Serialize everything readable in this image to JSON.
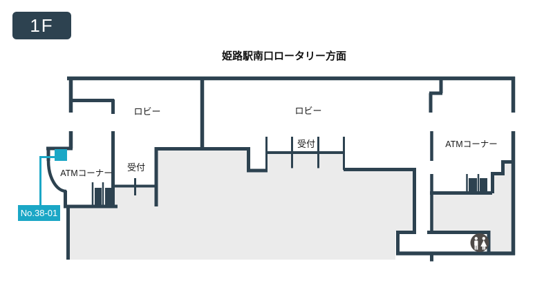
{
  "floor_badge": {
    "label": "1F"
  },
  "title": "姫路駅南口ロータリー方面",
  "colors": {
    "wall": "#2d4250",
    "floor": "#ebebeb",
    "accent": "#1ba7c6",
    "restroom": "#4e4a48",
    "text": "#1a1a1a",
    "white": "#ffffff"
  },
  "map": {
    "areas": {
      "lobby_left": "ロビー",
      "lobby_center": "ロビー",
      "reception_left": "受付",
      "reception_center": "受付",
      "atm_corner_left": "ATMコーナー",
      "atm_corner_right": "ATMコーナー"
    },
    "marker": {
      "label": "No.38-01"
    },
    "icons": {
      "restroom": "restroom-male-female"
    }
  }
}
